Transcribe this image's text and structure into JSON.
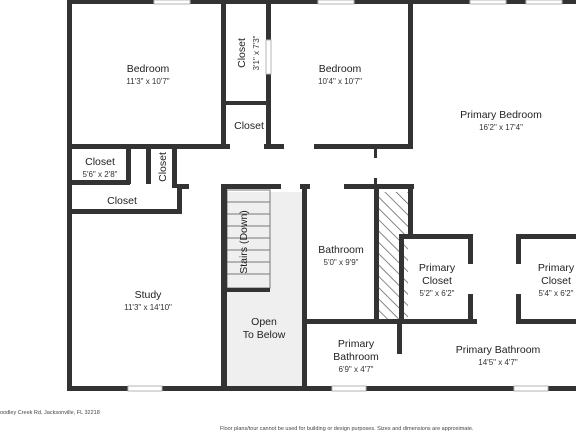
{
  "rooms": {
    "bedroom_1": {
      "name": "Bedroom",
      "dims": "11'3\" x 10'7\""
    },
    "closet_vertical": {
      "name": "Closet",
      "dims": "3'1\" x 7'3\""
    },
    "bedroom_2": {
      "name": "Bedroom",
      "dims": "10'4\" x 10'7\""
    },
    "primary_bedroom": {
      "name": "Primary Bedroom",
      "dims": "16'2\" x 17'4\""
    },
    "closet_small": {
      "name": "Closet"
    },
    "closet_hall": {
      "name": "Closet",
      "dims": "5'6\" x 2'8\""
    },
    "closet_tiny": {
      "name": "Closet"
    },
    "closet_study": {
      "name": "Closet"
    },
    "stairs": {
      "name": "Stairs (Down)"
    },
    "study": {
      "name": "Study",
      "dims": "11'3\" x 14'10\""
    },
    "open_to_below": {
      "line1": "Open",
      "line2": "To Below"
    },
    "bathroom": {
      "name": "Bathroom",
      "dims": "5'0\" x 9'9\""
    },
    "primary_closet_1": {
      "line1": "Primary",
      "line2": "Closet",
      "dims": "5'2\" x 6'2\""
    },
    "primary_closet_2": {
      "line1": "Primary",
      "line2": "Closet",
      "dims": "5'4\" x 6'2\""
    },
    "primary_bathroom_small": {
      "line1": "Primary",
      "line2": "Bathroom",
      "dims": "6'9\" x 4'7\""
    },
    "primary_bathroom_large": {
      "name": "Primary Bathroom",
      "dims": "14'5\" x 4'7\""
    }
  },
  "footer": {
    "address": "oodley Creek Rd, Jacksonville, FL 32218",
    "disclaimer": "Floor plans/tour cannot be used for building or design purposes. Sizes and dimensions are approximate."
  }
}
